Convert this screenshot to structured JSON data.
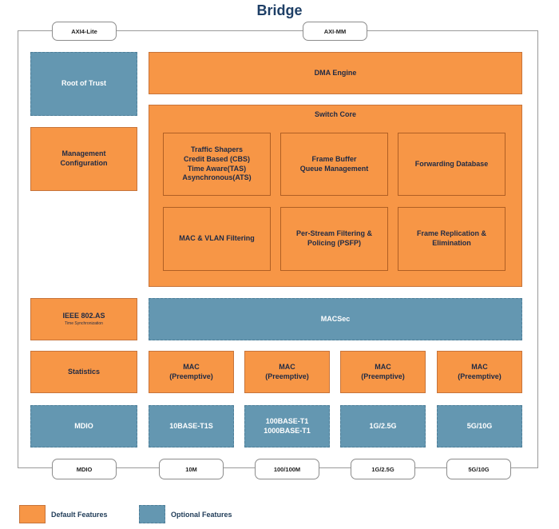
{
  "title": "Bridge",
  "ports_top": [
    "AXI4-Lite",
    "AXI-MM"
  ],
  "ports_bottom": [
    "MDIO",
    "10M",
    "100/100M",
    "1G/2.5G",
    "5G/10G"
  ],
  "left_column": {
    "root_of_trust": "Root of Trust",
    "management": "Management\nConfiguration",
    "ieee_title": "IEEE 802.AS",
    "ieee_subtitle": "Time Synchronization",
    "statistics": "Statistics",
    "mdio": "MDIO"
  },
  "dma_engine": "DMA Engine",
  "switch_core": {
    "title": "Switch Core",
    "blocks": [
      "Traffic Shapers\nCredit Based (CBS)\nTime Aware(TAS)\nAsynchronous(ATS)",
      "Frame Buffer\nQueue Management",
      "Forwarding Database",
      "MAC & VLAN Filtering",
      "Per-Stream Filtering &\nPolicing (PSFP)",
      "Frame Replication &\nElimination"
    ]
  },
  "macsec": "MACSec",
  "macs": [
    "MAC\n(Preemptive)",
    "MAC\n(Preemptive)",
    "MAC\n(Preemptive)",
    "MAC\n(Preemptive)"
  ],
  "phys": [
    "10BASE-T1S",
    "100BASE-T1\n1000BASE-T1",
    "1G/2.5G",
    "5G/10G"
  ],
  "legend": {
    "default": "Default Features",
    "optional": "Optional Features"
  },
  "colors": {
    "default": "#f79646",
    "optional": "#6497b1",
    "title": "#1e3f66"
  }
}
